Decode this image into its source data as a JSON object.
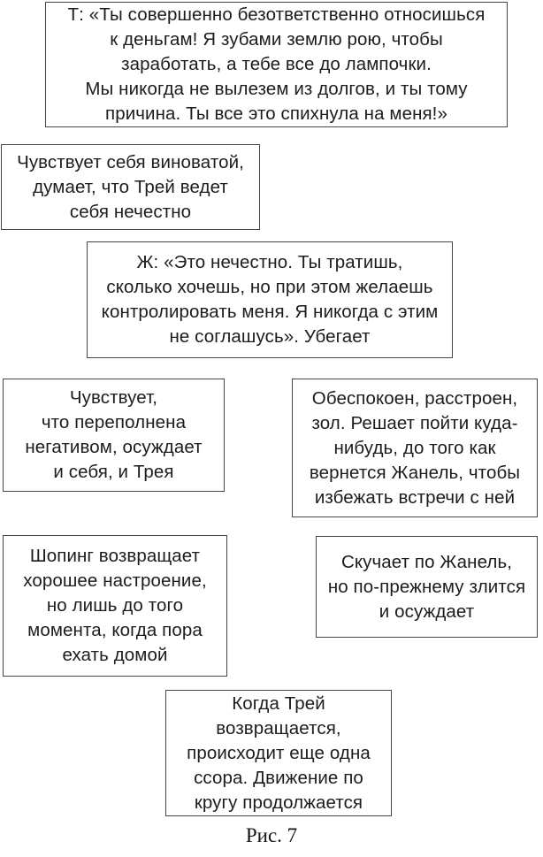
{
  "figure": {
    "caption": "Рис. 7",
    "boxes": [
      {
        "name": "trey-accusation",
        "lines": [
          "Т: «Ты совершенно безответственно относишься",
          "к деньгам! Я зубами землю рою, чтобы",
          "заработать, а тебе все до лампочки.",
          "Мы никогда не вылезем из долгов, и ты тому",
          "причина. Ты все это спихнула на меня!»"
        ]
      },
      {
        "name": "janelle-guilt",
        "lines": [
          "Чувствует себя виноватой,",
          "думает, что Трей ведет",
          "себя нечестно"
        ]
      },
      {
        "name": "janelle-retort",
        "lines": [
          "Ж: «Это нечестно. Ты тратишь,",
          "сколько хочешь, но при этом желаешь",
          "контролировать меня. Я никогда с этим",
          "не соглашусь». Убегает"
        ]
      },
      {
        "name": "janelle-overwhelmed",
        "lines": [
          "Чувствует,",
          "что переполнена",
          "негативом, осуждает",
          "и себя, и Трея"
        ]
      },
      {
        "name": "trey-upset",
        "lines": [
          "Обеспокоен, расстроен,",
          "зол. Решает пойти куда-",
          "нибудь, до того как",
          "вернется Жанель, чтобы",
          "избежать встречи с ней"
        ]
      },
      {
        "name": "janelle-shopping",
        "lines": [
          "Шопинг возвращает",
          "хорошее настроение,",
          "но лишь до того",
          "момента, когда пора",
          "ехать домой"
        ]
      },
      {
        "name": "trey-misses",
        "lines": [
          "Скучает по Жанель,",
          "но по-прежнему злится",
          "и осуждает"
        ]
      },
      {
        "name": "cycle-continues",
        "lines": [
          "Когда Трей",
          "возвращается,",
          "происходит еще одна",
          "ссора. Движение по",
          "кругу продолжается"
        ]
      }
    ]
  }
}
